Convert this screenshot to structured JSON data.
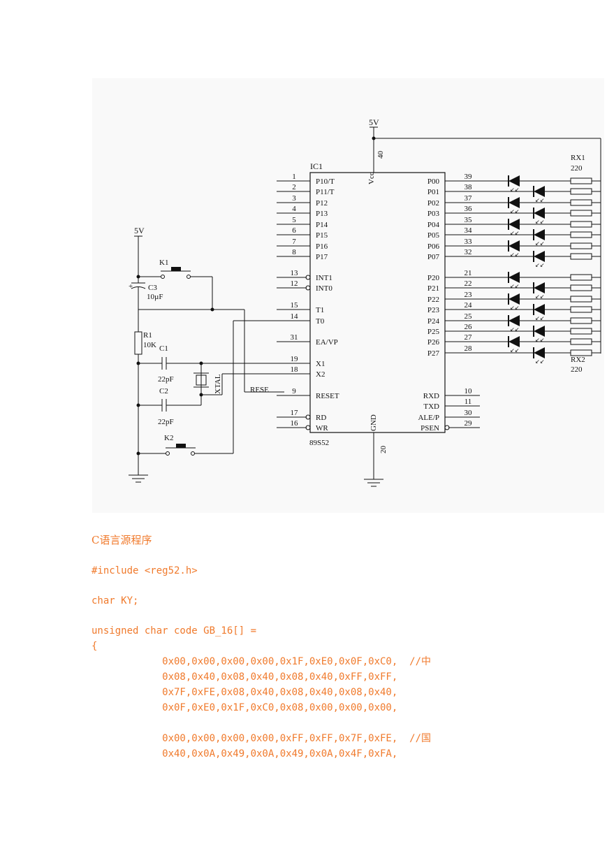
{
  "schematic": {
    "supply_top": "5V",
    "supply_left": "5V",
    "ic_ref": "IC1",
    "ic_part": "89S52",
    "vcc": "Vcc",
    "gnd": "GND",
    "vcc_pin": "40",
    "gnd_pin": "20",
    "left_pins": [
      {
        "num": "1",
        "name": "P10/T"
      },
      {
        "num": "2",
        "name": "P11/T"
      },
      {
        "num": "3",
        "name": "P12"
      },
      {
        "num": "4",
        "name": "P13"
      },
      {
        "num": "5",
        "name": "P14"
      },
      {
        "num": "6",
        "name": "P15"
      },
      {
        "num": "7",
        "name": "P16"
      },
      {
        "num": "8",
        "name": "P17"
      },
      {
        "num": "13",
        "name": "INT1"
      },
      {
        "num": "12",
        "name": "INT0"
      },
      {
        "num": "15",
        "name": "T1"
      },
      {
        "num": "14",
        "name": "T0"
      },
      {
        "num": "31",
        "name": "EA/VP"
      },
      {
        "num": "19",
        "name": "X1"
      },
      {
        "num": "18",
        "name": "X2"
      },
      {
        "num": "9",
        "name": "RESET"
      },
      {
        "num": "17",
        "name": "RD"
      },
      {
        "num": "16",
        "name": "WR"
      }
    ],
    "right_pins_p0": [
      {
        "num": "39",
        "name": "P00"
      },
      {
        "num": "38",
        "name": "P01"
      },
      {
        "num": "37",
        "name": "P02"
      },
      {
        "num": "36",
        "name": "P03"
      },
      {
        "num": "35",
        "name": "P04"
      },
      {
        "num": "34",
        "name": "P05"
      },
      {
        "num": "33",
        "name": "P06"
      },
      {
        "num": "32",
        "name": "P07"
      }
    ],
    "right_pins_p2": [
      {
        "num": "21",
        "name": "P20"
      },
      {
        "num": "22",
        "name": "P21"
      },
      {
        "num": "23",
        "name": "P22"
      },
      {
        "num": "24",
        "name": "P23"
      },
      {
        "num": "25",
        "name": "P24"
      },
      {
        "num": "26",
        "name": "P25"
      },
      {
        "num": "27",
        "name": "P26"
      },
      {
        "num": "28",
        "name": "P27"
      }
    ],
    "right_pins_misc": [
      {
        "num": "10",
        "name": "RXD"
      },
      {
        "num": "11",
        "name": "TXD"
      },
      {
        "num": "30",
        "name": "ALE/P"
      },
      {
        "num": "29",
        "name": "PSEN"
      }
    ],
    "rx1": "RX1",
    "rx1_val": "220",
    "rx2": "RX2",
    "rx2_val": "220",
    "k1": "K1",
    "k2": "K2",
    "c3": "C3",
    "c3_val": "10µF",
    "r1": "R1",
    "r1_val": "10K",
    "c1": "C1",
    "c1_val": "22pF",
    "c2": "C2",
    "c2_val": "22pF",
    "xtal": "XTAL",
    "rese": "RESE"
  },
  "code": {
    "heading": "C语言源程序",
    "include": "#include <reg52.h>",
    "decl": "char KY;",
    "array": "unsigned char code GB_16[] =\n{\n            0x00,0x00,0x00,0x00,0x1F,0xE0,0x0F,0xC0,  //中\n            0x08,0x40,0x08,0x40,0x08,0x40,0xFF,0xFF,\n            0x7F,0xFE,0x08,0x40,0x08,0x40,0x08,0x40,\n            0x0F,0xE0,0x1F,0xC0,0x08,0x00,0x00,0x00,\n\n            0x00,0x00,0x00,0x00,0xFF,0xFF,0x7F,0xFE,  //国\n            0x40,0x0A,0x49,0x0A,0x49,0x0A,0x4F,0xFA,"
  }
}
